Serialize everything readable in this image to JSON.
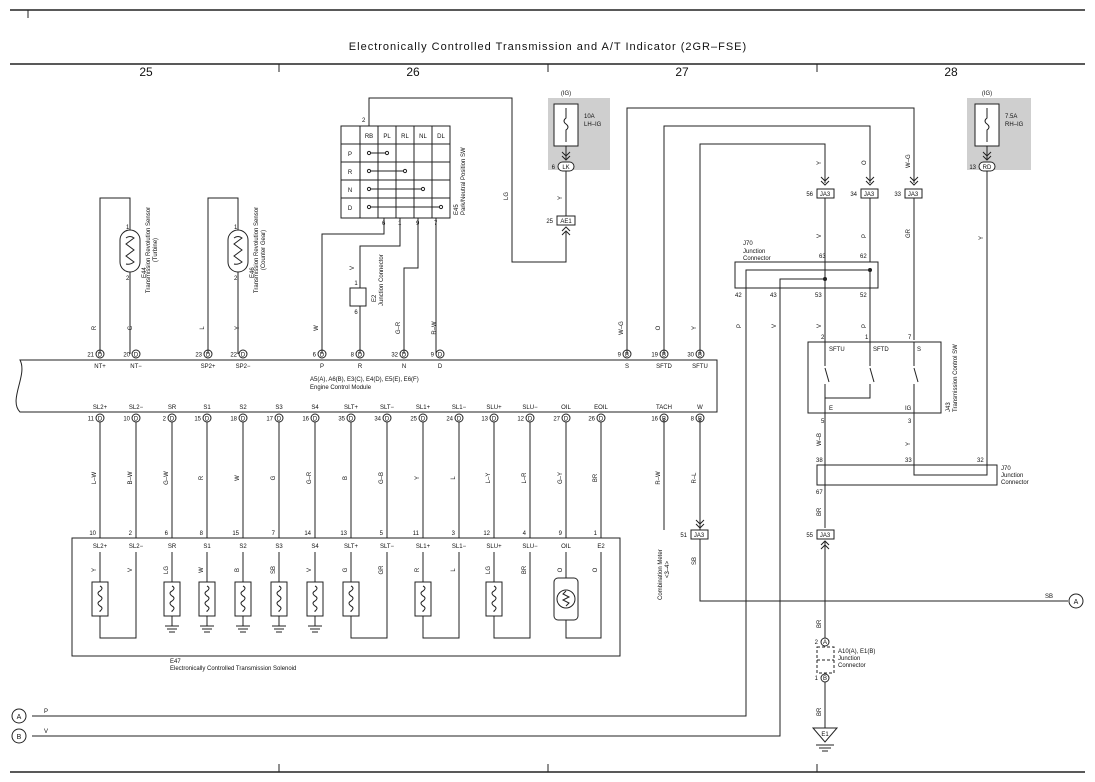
{
  "title": "Electronically Controlled Transmission and A/T Indicator (2GR–FSE)",
  "sections": [
    "25",
    "26",
    "27",
    "28"
  ],
  "fuses": [
    {
      "ig": "(IG)",
      "name": "10A\nLH–IG",
      "pin": "6",
      "conn": "LK"
    },
    {
      "ig": "(IG)",
      "name": "7.5A\nRH–IG",
      "pin": "13",
      "conn": "RD"
    }
  ],
  "sensors": [
    {
      "id": "E44",
      "name": "Transmission Revolution Sensor",
      "sub": "(Turbine)"
    },
    {
      "id": "E46",
      "name": "Transmission Revolution Sensor",
      "sub": "(Counter Gear)"
    }
  ],
  "park_switch": {
    "id": "E45",
    "name": "Park/Neutral Position SW",
    "cols": [
      "RB",
      "PL",
      "RL",
      "NL",
      "DL"
    ],
    "rows": [
      "P",
      "R",
      "N",
      "D"
    ],
    "pin_top": "2",
    "pins_bottom": [
      "6",
      "1",
      "9",
      "7"
    ]
  },
  "junction_e2": {
    "id": "E2",
    "name": "Junction\nConnector",
    "pin_a": "1",
    "pin_b": "6"
  },
  "ecm": {
    "connectors": "A5(A), A6(B), E3(C), E4(D), E5(E), E6(F)",
    "name": "Engine Control Module",
    "top_pins": [
      {
        "num": "21",
        "conn": "D",
        "label": "NT+",
        "wire": "R"
      },
      {
        "num": "20",
        "conn": "D",
        "label": "NT−",
        "wire": "G"
      },
      {
        "num": "23",
        "conn": "D",
        "label": "SP2+",
        "wire": "L"
      },
      {
        "num": "22",
        "conn": "D",
        "label": "SP2−",
        "wire": "Y"
      },
      {
        "num": "6",
        "conn": "D",
        "label": "P",
        "wire": "W"
      },
      {
        "num": "8",
        "conn": "D",
        "label": "R",
        "wire": "V"
      },
      {
        "num": "32",
        "conn": "D",
        "label": "N",
        "wire": "G–R"
      },
      {
        "num": "9",
        "conn": "D",
        "label": "D",
        "wire": "R–W"
      },
      {
        "num": "9",
        "conn": "B",
        "label": "S",
        "wire": "W–G"
      },
      {
        "num": "19",
        "conn": "B",
        "label": "SFTD",
        "wire": "O"
      },
      {
        "num": "30",
        "conn": "B",
        "label": "SFTU",
        "wire": "Y"
      }
    ],
    "bottom_pins": [
      {
        "num": "11",
        "conn": "D",
        "label": "SL2+",
        "wire": "L–W"
      },
      {
        "num": "10",
        "conn": "D",
        "label": "SL2−",
        "wire": "B–W"
      },
      {
        "num": "2",
        "conn": "D",
        "label": "SR",
        "wire": "G–W"
      },
      {
        "num": "15",
        "conn": "D",
        "label": "S1",
        "wire": "R"
      },
      {
        "num": "18",
        "conn": "D",
        "label": "S2",
        "wire": "W"
      },
      {
        "num": "17",
        "conn": "D",
        "label": "S3",
        "wire": "G"
      },
      {
        "num": "16",
        "conn": "D",
        "label": "S4",
        "wire": "G–R"
      },
      {
        "num": "35",
        "conn": "D",
        "label": "SLT+",
        "wire": "B"
      },
      {
        "num": "34",
        "conn": "D",
        "label": "SLT−",
        "wire": "G–B"
      },
      {
        "num": "25",
        "conn": "D",
        "label": "SL1+",
        "wire": "Y"
      },
      {
        "num": "24",
        "conn": "D",
        "label": "SL1−",
        "wire": "L"
      },
      {
        "num": "13",
        "conn": "D",
        "label": "SLU+",
        "wire": "L–Y"
      },
      {
        "num": "12",
        "conn": "D",
        "label": "SLU−",
        "wire": "L–R"
      },
      {
        "num": "27",
        "conn": "D",
        "label": "OIL",
        "wire": "G–Y"
      },
      {
        "num": "26",
        "conn": "D",
        "label": "EOIL",
        "wire": "BR"
      },
      {
        "num": "16",
        "conn": "B",
        "label": "TACH",
        "wire": "R–W"
      },
      {
        "num": "8",
        "conn": "B",
        "label": "W",
        "wire": "R–L"
      }
    ]
  },
  "solenoid": {
    "id": "E47",
    "name": "Electronically Controlled Transmission Solenoid",
    "pins": [
      {
        "num": "10",
        "label": "SL2+",
        "wire": "Y"
      },
      {
        "num": "2",
        "label": "SL2−",
        "wire": "V"
      },
      {
        "num": "6",
        "label": "SR",
        "wire": "LG"
      },
      {
        "num": "8",
        "label": "S1",
        "wire": "W"
      },
      {
        "num": "15",
        "label": "S2",
        "wire": "B"
      },
      {
        "num": "7",
        "label": "S3",
        "wire": "SB"
      },
      {
        "num": "14",
        "label": "S4",
        "wire": "V"
      },
      {
        "num": "13",
        "label": "SLT+",
        "wire": "G"
      },
      {
        "num": "5",
        "label": "SLT−",
        "wire": "GR"
      },
      {
        "num": "11",
        "label": "SL1+",
        "wire": "R"
      },
      {
        "num": "3",
        "label": "SL1−",
        "wire": "L"
      },
      {
        "num": "12",
        "label": "SLU+",
        "wire": "LG"
      },
      {
        "num": "4",
        "label": "SLU−",
        "wire": "BR"
      },
      {
        "num": "9",
        "label": "OIL",
        "wire": "O"
      },
      {
        "num": "1",
        "label": "E2",
        "wire": "O"
      }
    ]
  },
  "ae1": {
    "pin": "25",
    "conn": "AE1",
    "wire": "LG",
    "wire2": "Y"
  },
  "ja3_top": [
    {
      "pin": "56",
      "conn": "JA3",
      "wire": "Y"
    },
    {
      "pin": "34",
      "conn": "JA3",
      "wire": "O"
    },
    {
      "pin": "33",
      "conn": "JA3",
      "wire": "W–G"
    }
  ],
  "j70": {
    "id": "J70",
    "name": "Junction\nConnector",
    "pins_top": [
      "63",
      "62"
    ],
    "pins_bottom": [
      "42",
      "43",
      "53",
      "52"
    ],
    "wires_below": [
      "P",
      "V",
      "V",
      "P"
    ],
    "wires_above": [
      "V",
      "P",
      "GR"
    ]
  },
  "j43": {
    "id": "J43",
    "name": "Transmission Control SW",
    "labels": [
      "SFTU",
      "SFTD",
      "S"
    ],
    "pins_top": [
      "2",
      "1",
      "7"
    ],
    "bottom_labels": [
      "E",
      "IG"
    ],
    "pins_bottom": [
      "5",
      "3"
    ]
  },
  "j70b": {
    "id": "J70",
    "name": "Junction\nConnector",
    "pins": [
      "38",
      "33",
      "32"
    ],
    "pin_out": "67",
    "wires": [
      "W–B",
      "Y"
    ],
    "wire_out": "BR",
    "wire_fuse": "Y"
  },
  "combination_meter": {
    "name": "Combination Meter",
    "sub": "<3–4>",
    "pin": "51",
    "conn": "JA3",
    "wire": "SB"
  },
  "ja3_55": {
    "pin": "55",
    "conn": "JA3",
    "wire": "BR"
  },
  "a10": {
    "name": "A10(A), E1(B)\nJunction\nConnector",
    "pin_top": "2",
    "conn_top": "A",
    "pin_bot": "1",
    "conn_bot": "B",
    "wire": "BR"
  },
  "ground": {
    "id": "E1"
  },
  "terminals": [
    {
      "id": "A",
      "wire": "P"
    },
    {
      "id": "B",
      "wire": "V"
    },
    {
      "id": "A",
      "wire": "SB"
    }
  ]
}
